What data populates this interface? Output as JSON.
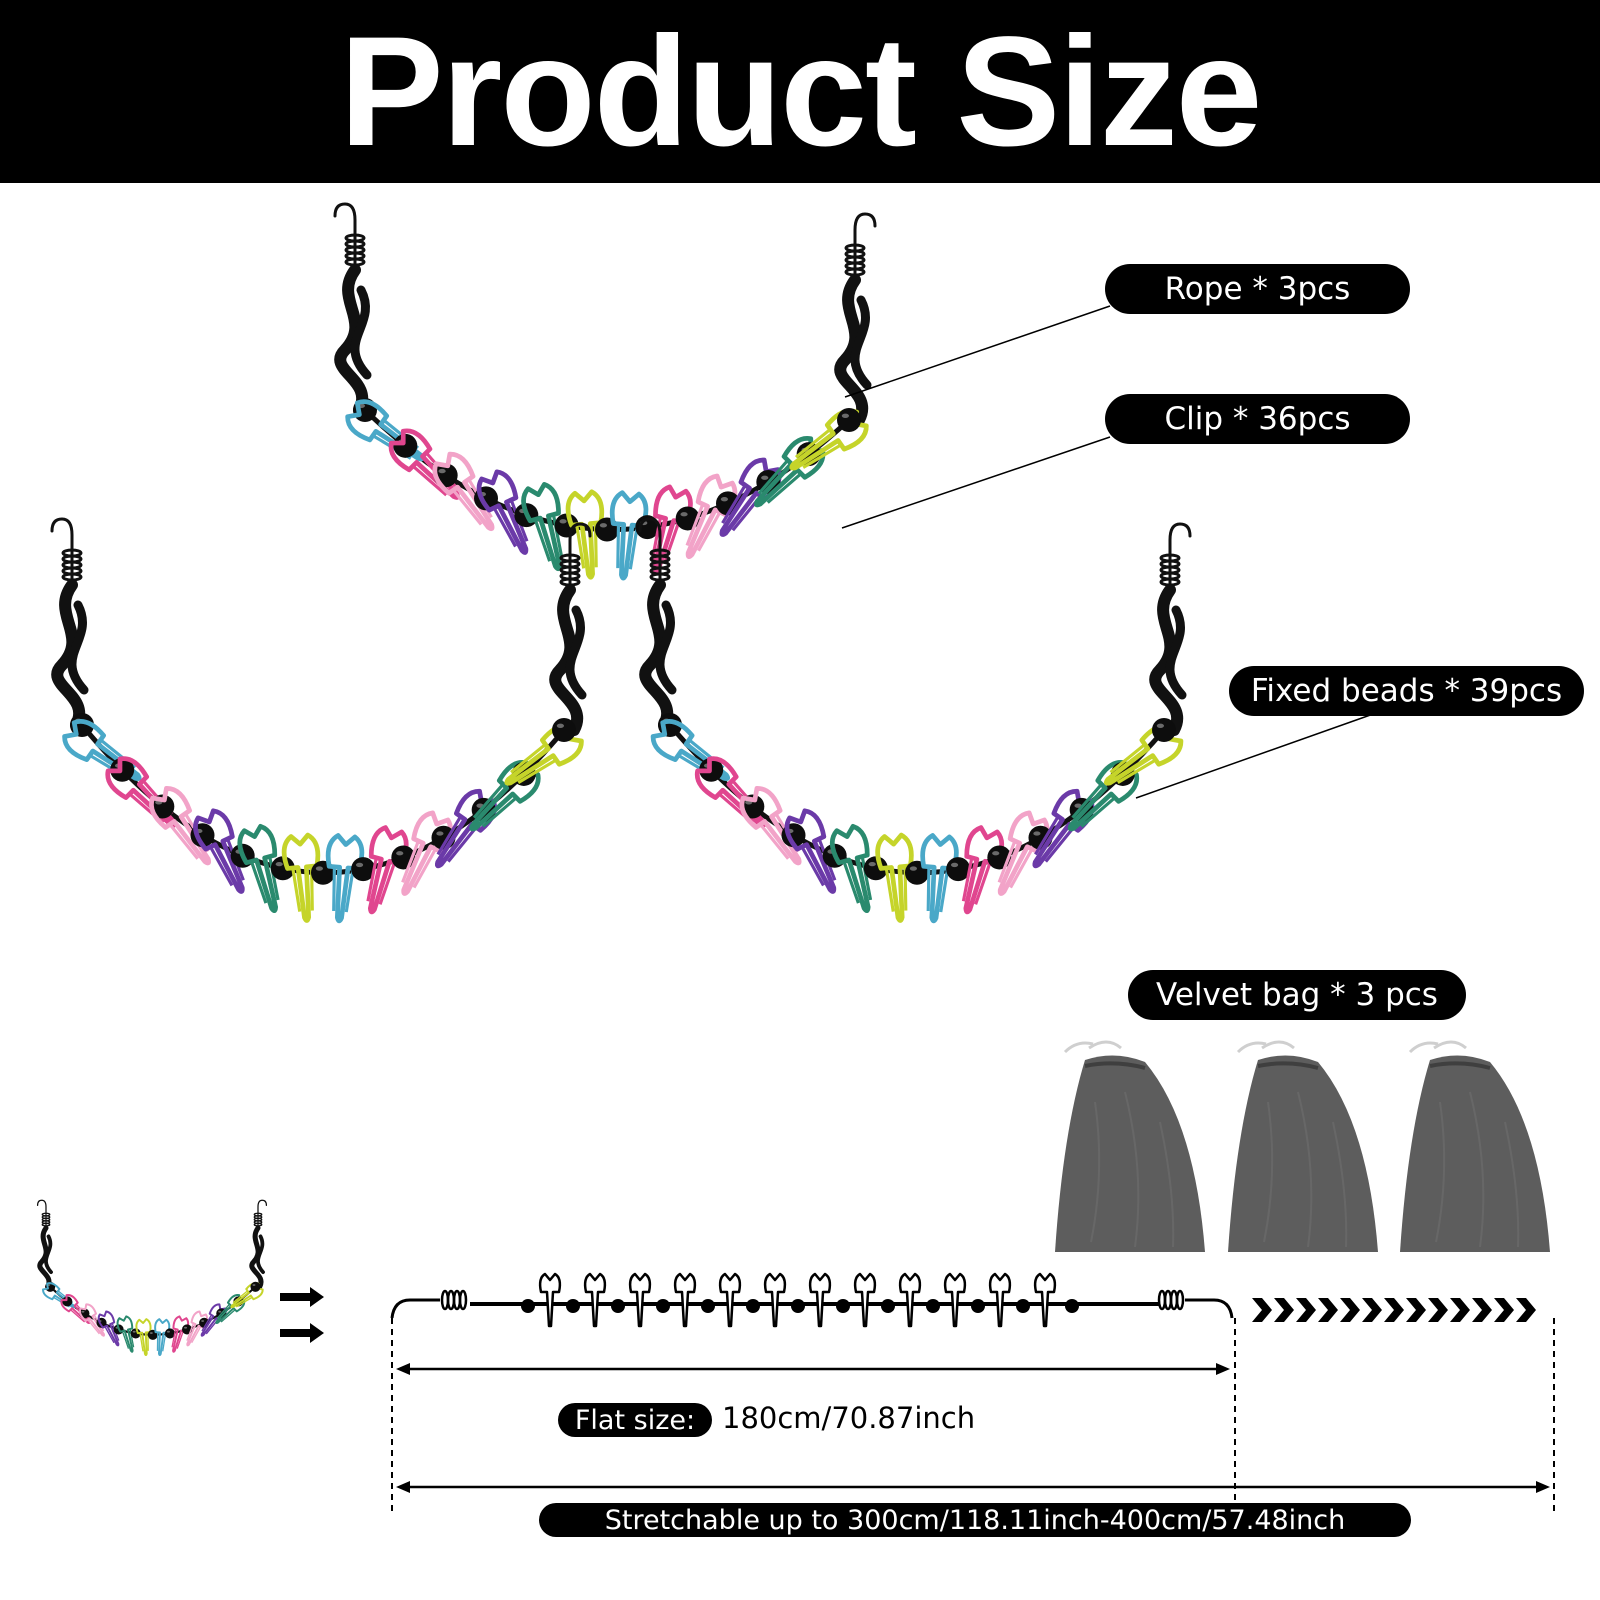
{
  "header": {
    "title": "Product Size",
    "background": "#000000",
    "text_color": "#ffffff"
  },
  "callouts": {
    "rope": "Rope * 3pcs",
    "clip": "Clip * 36pcs",
    "beads": "Fixed beads * 39pcs",
    "bag": "Velvet bag * 3 pcs"
  },
  "measurements": {
    "flat_label": "Flat size:",
    "flat_value": "180cm/70.87inch",
    "stretch_label": "Stretchable up to 300cm/118.11inch-400cm/57.48inch"
  },
  "colors": {
    "clip_palette": [
      "#4aa8c8",
      "#e0468f",
      "#f2a3c8",
      "#6b3aa8",
      "#2a8a6e",
      "#c5d42a"
    ],
    "bag": "#5d5d5d",
    "rope": "#111111"
  }
}
